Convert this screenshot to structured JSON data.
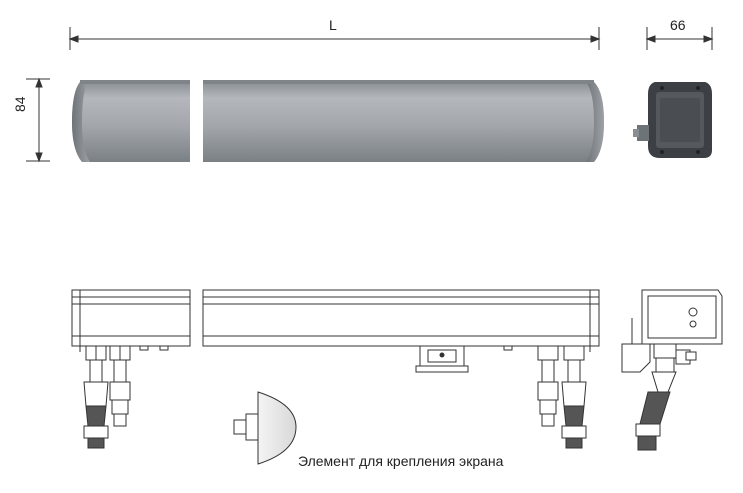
{
  "dimensions": {
    "length_label": "L",
    "width_label": "66",
    "height_label": "84"
  },
  "caption": "Элемент для крепления экрана",
  "colors": {
    "housing": "#9a9fa4",
    "housing_dark": "#6e7378",
    "cap": "#55595e",
    "line": "#444444",
    "background": "#ffffff"
  }
}
